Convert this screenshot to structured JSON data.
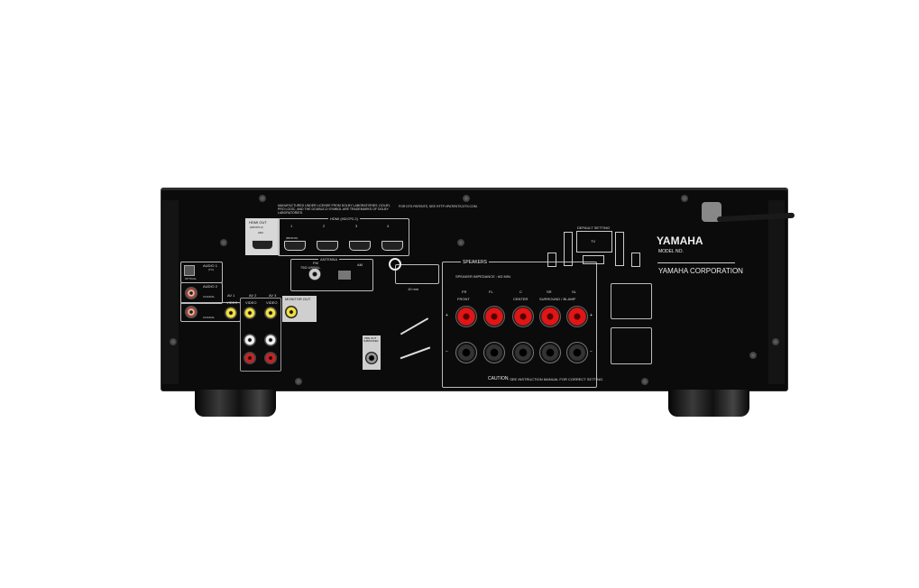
{
  "product": {
    "brand": "YAMAHA",
    "model_label": "MODEL NO.",
    "corporation": "YAMAHA CORPORATION"
  },
  "panel": {
    "license_text": "MANUFACTURED UNDER LICENSE FROM DOLBY LABORATORIES. DOLBY, PRO LOGIC, AND THE DOUBLE-D SYMBOL ARE TRADEMARKS OF DOLBY LABORATORIES.",
    "dts_text": "FOR DTS PATENTS, SEE HTTP://PATENTS.DTS.COM.",
    "hdmi_out": "HDMI OUT",
    "hdmi_out_sub": "(HDCP2.2)",
    "arc": "ARC",
    "hdmi_in": "HDMI (HDCP2.2)",
    "hdmi_ports": [
      "1",
      "2",
      "3",
      "4"
    ],
    "hdmi_in_sub": "(BD/DVD)",
    "antenna": "ANTENNA",
    "fm": "FM",
    "am": "AM",
    "unbal": "75Ω UNBAL.",
    "audio1": "AUDIO 1",
    "tv": "(TV)",
    "optical": "OPTICAL",
    "audio2": "AUDIO 2",
    "coaxial": "COAXIAL",
    "av1": "AV 1",
    "av2": "AV 2",
    "av3": "AV 3",
    "video": "VIDEO",
    "monitor_out": "MONITOR OUT",
    "pre_out": "PRE OUT",
    "subwoofer": "SUBWOOFER",
    "speakers": "SPEAKERS",
    "impedance": "SPEAKER IMPEDANCE : 6Ω MIN.",
    "front": "FRONT",
    "center": "CENTER",
    "surround": "SURROUND / BI-AMP",
    "channels": [
      "FR",
      "FL",
      "C",
      "SR",
      "SL"
    ],
    "caution": "CAUTION",
    "caution_text": ": SEE INSTRUCTION MANUAL FOR CORRECT SETTING.",
    "default_setting": "DEFAULT SETTING",
    "tv_label": "TV",
    "wire_length": "10 mm",
    "plus": "+",
    "minus": "−"
  }
}
